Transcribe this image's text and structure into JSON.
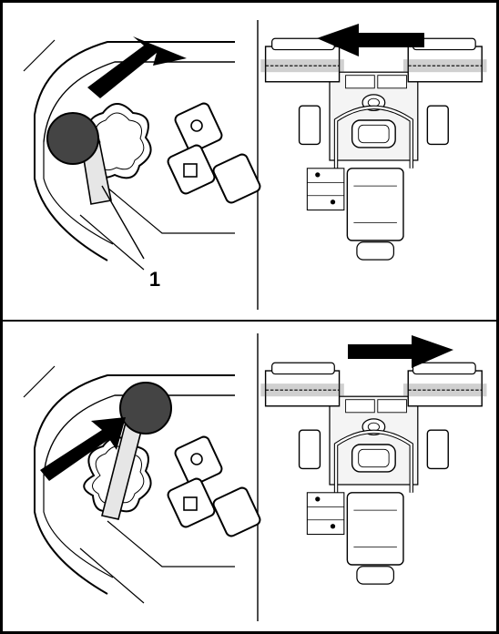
{
  "figure": {
    "panels": [
      {
        "id": "top",
        "joystick_position": "forward",
        "arrow_direction": "left",
        "callout_label": "1"
      },
      {
        "id": "bottom",
        "joystick_position": "back",
        "arrow_direction": "right"
      }
    ],
    "colors": {
      "line": "#000000",
      "joystick_knob": "#444444",
      "light_fill": "#e6e6e6",
      "background": "#ffffff"
    },
    "icons": [
      "joystick-icon",
      "direction-arrow-icon",
      "machine-topview-icon"
    ]
  }
}
